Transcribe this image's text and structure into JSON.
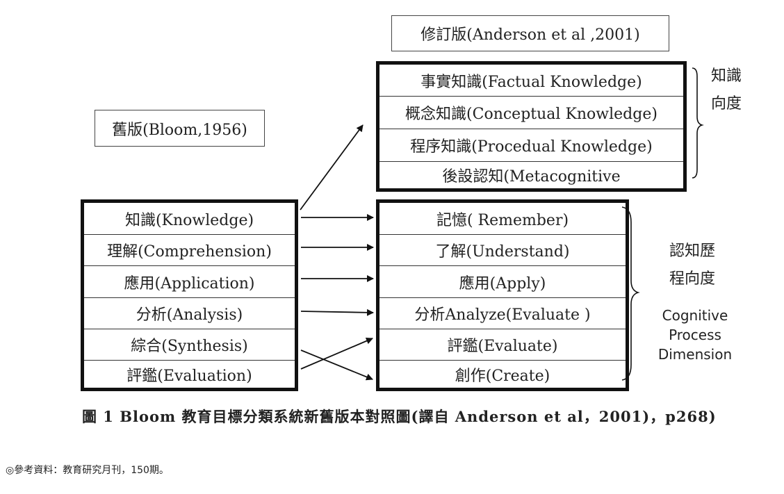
{
  "revised_title": "修訂版(Anderson et al ,2001)",
  "old_title": "舊版(Bloom,1956)",
  "knowledge_dimension": {
    "items": [
      "事實知識(Factual Knowledge)",
      "概念知識(Conceptual Knowledge)",
      "程序知識(Procedual Knowledge)",
      "後設認知(Metacognitive"
    ],
    "label_line1": "知識",
    "label_line2": "向度"
  },
  "old_levels": [
    "知識(Knowledge)",
    "理解(Comprehension)",
    "應用(Application)",
    "分析(Analysis)",
    "綜合(Synthesis)",
    "評鑑(Evaluation)"
  ],
  "new_levels": [
    "記憶( Remember)",
    "了解(Understand)",
    "應用(Apply)",
    "分析Analyze(Evaluate )",
    "評鑑(Evaluate)",
    "創作(Create)"
  ],
  "process_dimension": {
    "label_line1": "認知歷",
    "label_line2": "程向度",
    "en_line1": "Cognitive",
    "en_line2": "Process",
    "en_line3": "Dimension"
  },
  "caption": "圖 1 Bloom 教育目標分類系統新舊版本對照圖(譯自 Anderson et al，2001)，p268)",
  "source": "◎參考資料：教育研究月刊，150期。",
  "colors": {
    "line": "#111111",
    "text": "#222222"
  }
}
